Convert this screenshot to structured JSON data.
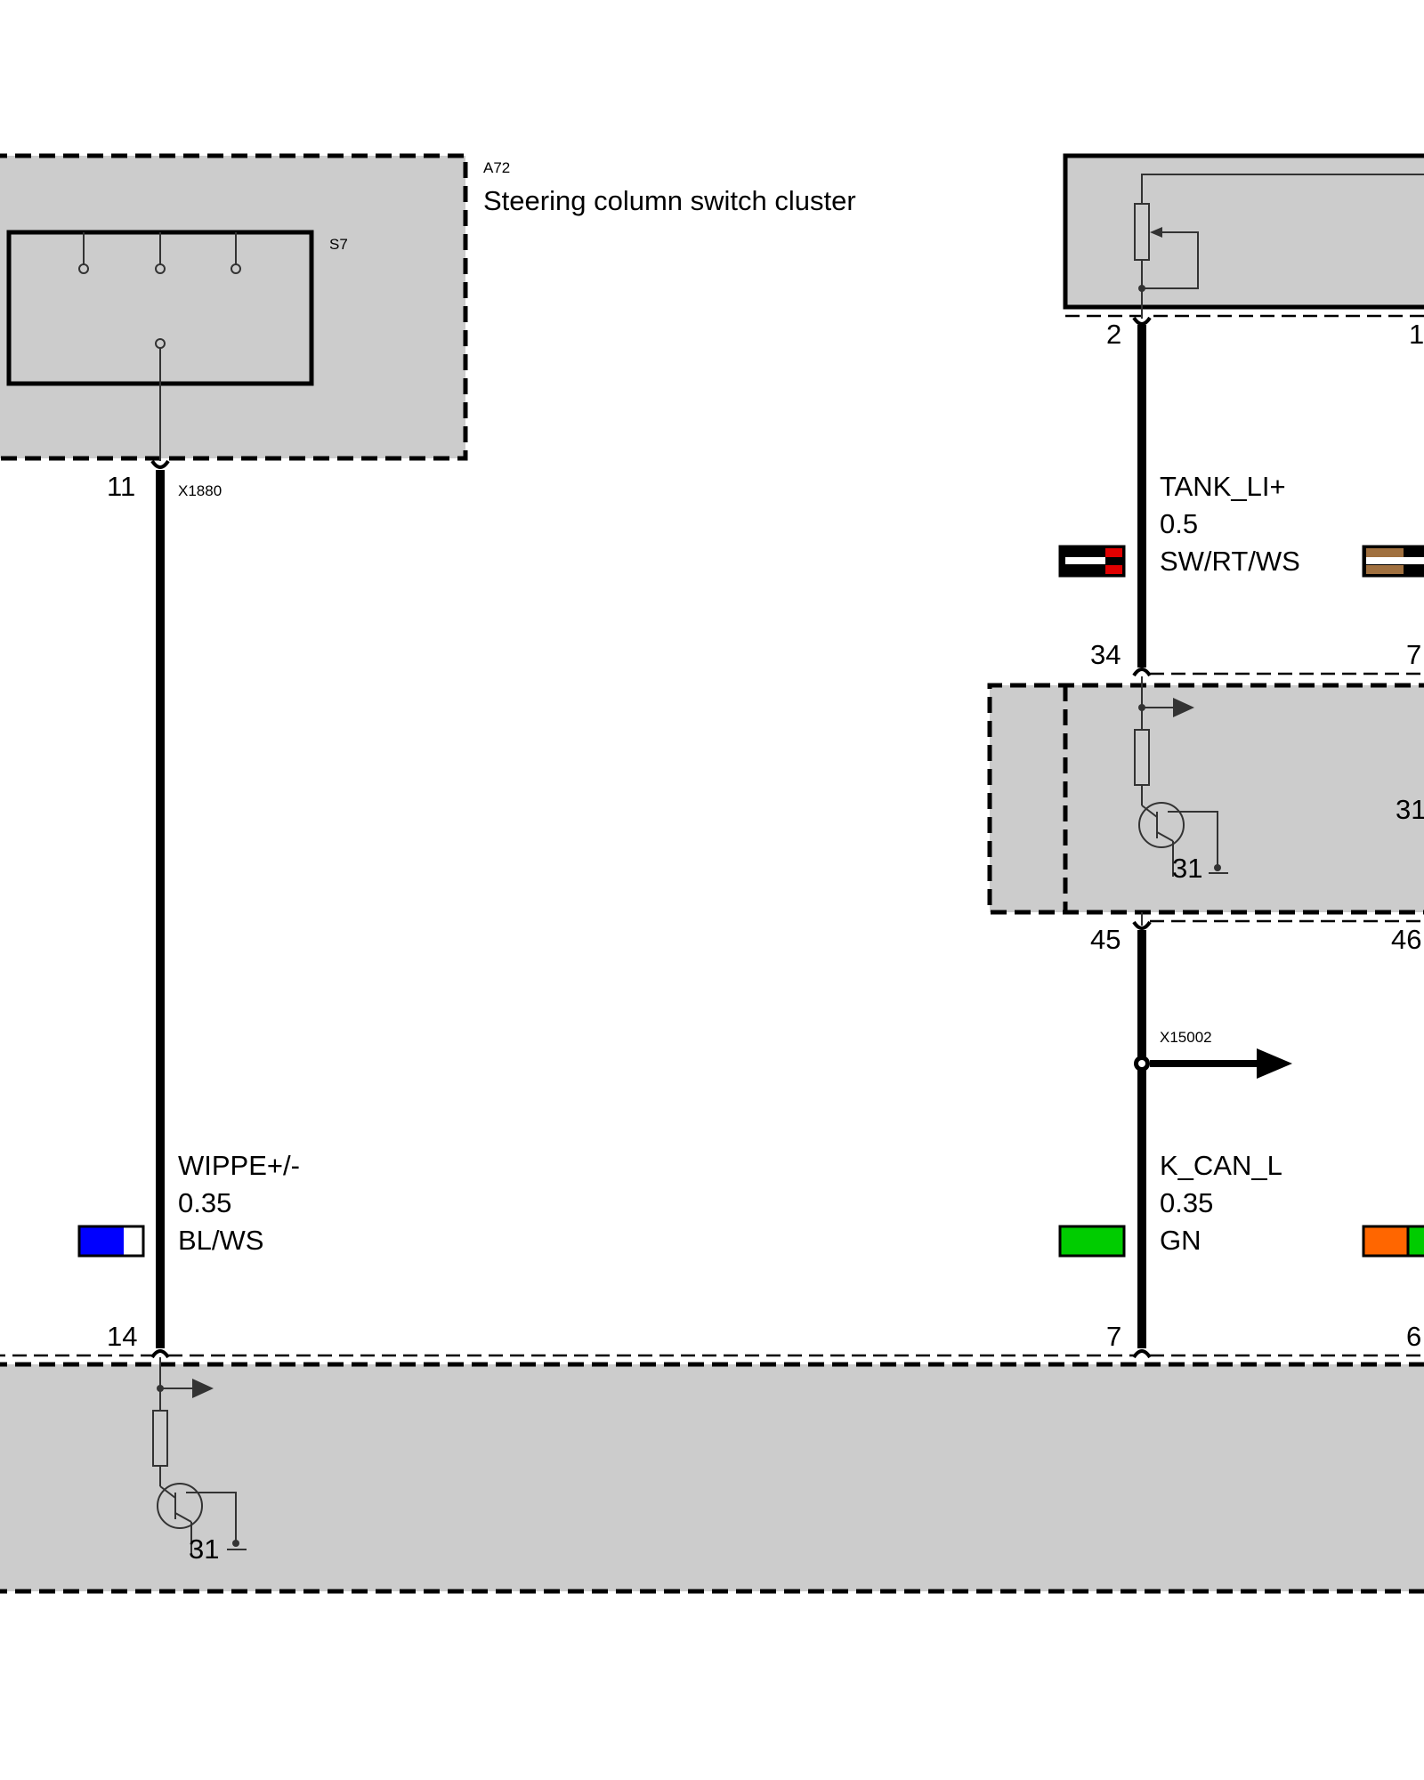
{
  "components": {
    "a72": {
      "id": "A72",
      "title": "Steering column switch cluster"
    },
    "s7": {
      "id": "S7"
    }
  },
  "connectors": {
    "x1880": "X1880",
    "x15002": "X15002"
  },
  "pins": {
    "p11": "11",
    "p2": "2",
    "p1": "1",
    "p34": "34",
    "p7_top": "7",
    "p31_side": "31",
    "p45": "45",
    "p46": "46",
    "p14": "14",
    "p7_bottom": "7",
    "p6": "6"
  },
  "ground_labels": {
    "mid": "31",
    "bottom": "31"
  },
  "wires": {
    "wippe": {
      "signal": "WIPPE+/-",
      "gauge": "0.35",
      "color_code": "BL/WS",
      "swatch": [
        "#0000ff",
        "#ffffff"
      ]
    },
    "tank": {
      "signal": "TANK_LI+",
      "gauge": "0.5",
      "color_code": "SW/RT/WS",
      "swatch": [
        "#000000",
        "#e00000",
        "#ffffff"
      ]
    },
    "kcan": {
      "signal": "K_CAN_L",
      "gauge": "0.35",
      "color_code": "GN",
      "swatch": [
        "#00cc00"
      ]
    }
  },
  "partial_swatches": {
    "brown": [
      "#a0703f",
      "#ffffff",
      "#000000"
    ],
    "orange_green": [
      "#ff6600",
      "#00cc00"
    ]
  },
  "colors": {
    "module_fill": "#cccccc",
    "line": "#000000",
    "symbol": "#333333"
  }
}
